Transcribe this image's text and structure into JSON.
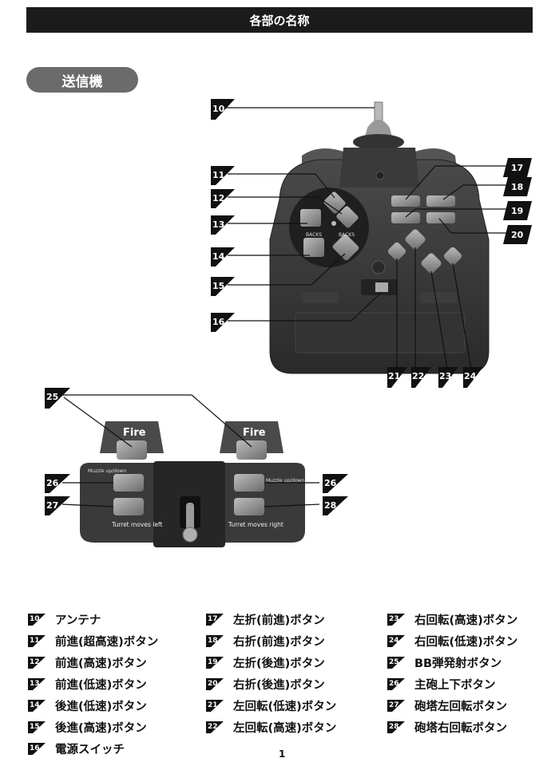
{
  "header": {
    "title": "各部の名称"
  },
  "section": {
    "label": "送信機"
  },
  "callout_numbers": [
    "10",
    "11",
    "12",
    "13",
    "14",
    "15",
    "16",
    "17",
    "18",
    "19",
    "20",
    "21",
    "22",
    "23",
    "24",
    "25",
    "26",
    "26",
    "27",
    "28"
  ],
  "device_labels": {
    "fire_left": "Fire",
    "fire_right": "Fire",
    "muzzle_left": "Muzzle up/down",
    "muzzle_right": "Muzzle up/down",
    "turret_left": "Turret moves left",
    "turret_right": "Turret moves right",
    "backs_left": "BACKS",
    "backs_right": "BACKS"
  },
  "legend": {
    "col1": [
      {
        "num": "10",
        "text": "アンテナ"
      },
      {
        "num": "11",
        "text": "前進(超高速)ボタン"
      },
      {
        "num": "12",
        "text": "前進(高速)ボタン"
      },
      {
        "num": "13",
        "text": "前進(低速)ボタン"
      },
      {
        "num": "14",
        "text": "後進(低速)ボタン"
      },
      {
        "num": "15",
        "text": "後進(高速)ボタン"
      },
      {
        "num": "16",
        "text": "電源スイッチ"
      }
    ],
    "col2": [
      {
        "num": "17",
        "text": "左折(前進)ボタン"
      },
      {
        "num": "18",
        "text": "右折(前進)ボタン"
      },
      {
        "num": "19",
        "text": "左折(後進)ボタン"
      },
      {
        "num": "20",
        "text": "右折(後進)ボタン"
      },
      {
        "num": "21",
        "text": "左回転(低速)ボタン"
      },
      {
        "num": "22",
        "text": "左回転(高速)ボタン"
      }
    ],
    "col3": [
      {
        "num": "23",
        "text": "右回転(高速)ボタン"
      },
      {
        "num": "24",
        "text": "右回転(低速)ボタン"
      },
      {
        "num": "25",
        "text": "BB弾発射ボタン"
      },
      {
        "num": "26",
        "text": "主砲上下ボタン"
      },
      {
        "num": "27",
        "text": "砲塔左回転ボタン"
      },
      {
        "num": "28",
        "text": "砲塔右回転ボタン"
      }
    ]
  },
  "page_number": "1"
}
